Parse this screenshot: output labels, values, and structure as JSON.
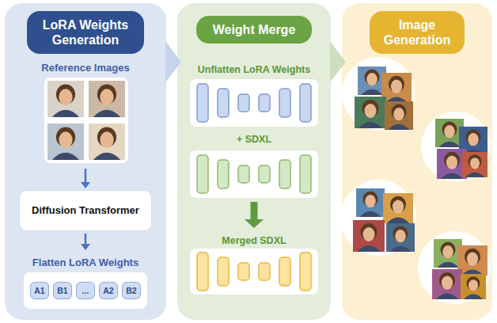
{
  "diagram": {
    "nodes": [
      {
        "text": [
          "LoRA Weights Generation"
        ]
      },
      {
        "text": [
          "Reference Images"
        ],
        "in": 0
      },
      {
        "text": [
          "Diffusion Transformer"
        ],
        "in": 0
      },
      {
        "text": [
          "Flatten LoRA Weights"
        ],
        "in": 0
      },
      {
        "text": [
          "A1"
        ],
        "in": 3
      },
      {
        "text": [
          "B1"
        ],
        "in": 3
      },
      {
        "text": [
          "..."
        ],
        "in": 3
      },
      {
        "text": [
          "A2"
        ],
        "in": 3
      },
      {
        "text": [
          "B2"
        ],
        "in": 3
      },
      {
        "text": [
          "Weight Merge"
        ]
      },
      {
        "text": [
          "Unflatten LoRA Weights"
        ],
        "in": 9
      },
      {
        "text": [
          "+ SDXL"
        ],
        "in": 9
      },
      {
        "text": [
          "Merged SDXL"
        ],
        "in": 9
      },
      {
        "text": [
          "Image Generation"
        ]
      }
    ],
    "edges": [
      {
        "from": 1,
        "to": 2,
        "arrow": "to"
      },
      {
        "from": 2,
        "to": 3,
        "arrow": "to"
      },
      {
        "from": 0,
        "to": 9,
        "arrow": "to"
      },
      {
        "from": 9,
        "to": 13,
        "arrow": "to"
      },
      {
        "from": 11,
        "to": 12,
        "arrow": "to"
      }
    ]
  }
}
